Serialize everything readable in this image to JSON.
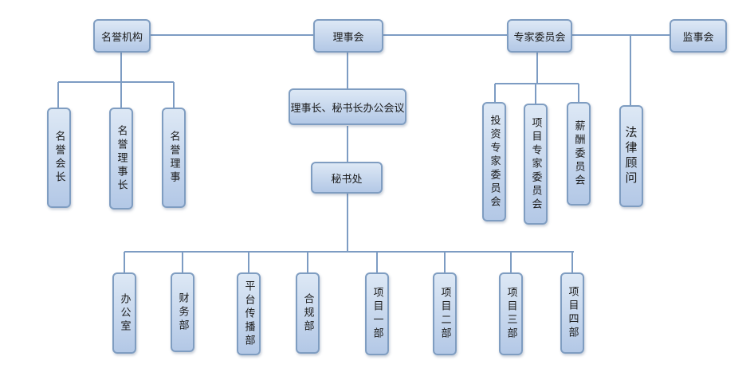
{
  "top": {
    "honorary": "名誉机构",
    "board": "理事会",
    "experts": "专家委员会",
    "supervisors": "监事会"
  },
  "honorary_members": [
    "名誉会长",
    "名誉理事长",
    "名誉理事"
  ],
  "chair_office": "理事长、秘书长办公会议",
  "secretariat": "秘书处",
  "expert_committees": [
    "投资专家委员会",
    "项目专家委员会",
    "薪酬委员会"
  ],
  "legal": "法律顾问",
  "departments": [
    "办公室",
    "财务部",
    "平台传播部",
    "合规部",
    "项目一部",
    "项目二部",
    "项目三部",
    "项目四部"
  ]
}
